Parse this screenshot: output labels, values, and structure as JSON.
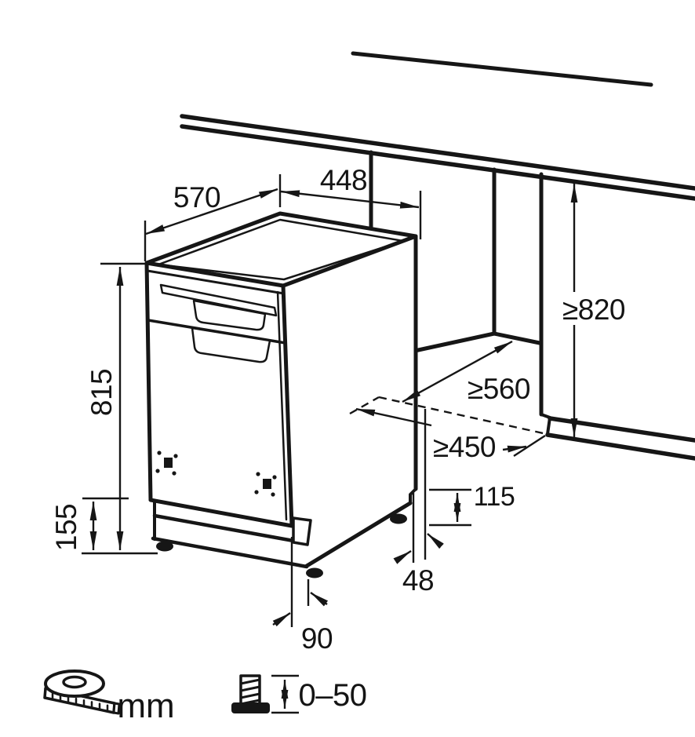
{
  "diagram_type": "dishwasher-installation-dimensions",
  "colors": {
    "ink": "#161616",
    "background": "#ffffff"
  },
  "dims": {
    "depth": "570",
    "width": "448",
    "height": "815",
    "base_height": "155",
    "niche_height": "≥820",
    "niche_depth": "≥560",
    "niche_width": "≥450",
    "rear_clearance": "115",
    "rear_foot_offset": "48",
    "front_foot_offset": "90"
  },
  "legend": {
    "unit": "mm",
    "unit_icon": "tape-measure-icon",
    "foot_range": "0–50",
    "foot_icon": "adjustable-foot-icon"
  }
}
